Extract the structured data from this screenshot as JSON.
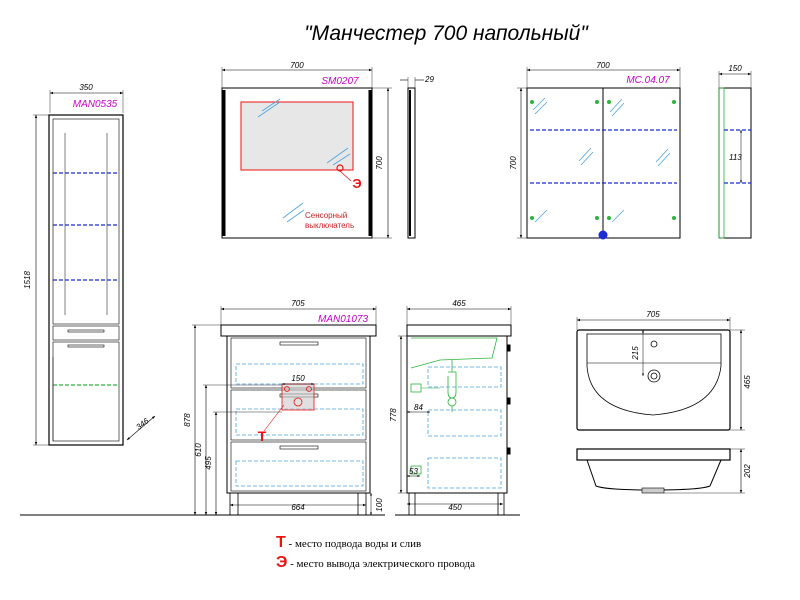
{
  "title": "\"Манчестер 700 напольный\"",
  "tall_cabinet": {
    "model": "MAN0535",
    "width": "350",
    "height": "1518",
    "depth": "346"
  },
  "mirror": {
    "model": "SM0207",
    "width": "700",
    "height": "700",
    "depth": "29",
    "mark": "Э",
    "sensor_line1": "Сенсорный",
    "sensor_line2": "выключатель"
  },
  "mirror_cabinet": {
    "model": "MC.04.07",
    "width": "700",
    "height": "700",
    "depth": "150",
    "shelf": "113"
  },
  "vanity": {
    "model": "MAN01073",
    "width": "705",
    "inner_width": "664",
    "height": "878",
    "h610": "610",
    "h495": "495",
    "leg": "100",
    "pipe_offset": "150",
    "mark": "Т"
  },
  "vanity_side": {
    "depth": "465",
    "bottom_depth": "450",
    "height": "778",
    "d84": "84",
    "d53": "53"
  },
  "basin": {
    "width": "705",
    "depth": "465",
    "tap_offset": "215",
    "height": "202"
  },
  "legend": {
    "water_mark": "Т",
    "water_text": " - место подвода воды и слив",
    "electric_mark": "Э",
    "electric_text": " - место вывода электрического провода"
  },
  "colors": {
    "model_labels": "#cc00cc",
    "marks": "#ee1111",
    "shelves": "#1b2bd6",
    "hidden_lines": "#4aa3e0",
    "plumbing": "#2db43c"
  }
}
